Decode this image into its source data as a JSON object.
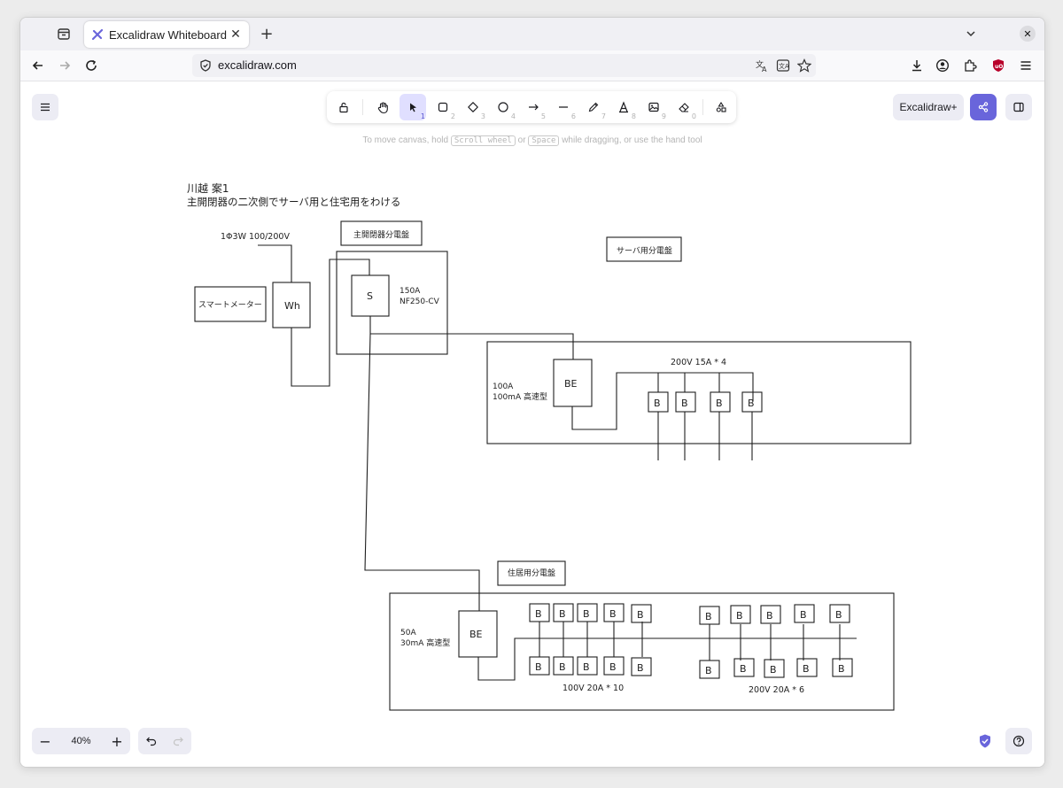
{
  "browser": {
    "tab_title": "Excalidraw Whiteboard",
    "url": "excalidraw.com"
  },
  "toolbar": {
    "tools": [
      {
        "name": "lock",
        "key": ""
      },
      {
        "name": "hand",
        "key": ""
      },
      {
        "name": "selection",
        "key": "1"
      },
      {
        "name": "rectangle",
        "key": "2"
      },
      {
        "name": "diamond",
        "key": "3"
      },
      {
        "name": "ellipse",
        "key": "4"
      },
      {
        "name": "arrow",
        "key": "5"
      },
      {
        "name": "line",
        "key": "6"
      },
      {
        "name": "draw",
        "key": "7"
      },
      {
        "name": "text",
        "key": "8"
      },
      {
        "name": "image",
        "key": "9"
      },
      {
        "name": "eraser",
        "key": "0"
      },
      {
        "name": "extra-tools",
        "key": ""
      }
    ],
    "active_tool": "selection"
  },
  "hint": {
    "prefix": "To move canvas, hold",
    "key1": "Scroll wheel",
    "or": "or",
    "key2": "Space",
    "suffix": "while dragging, or use the hand tool"
  },
  "header": {
    "excalidraw_plus": "Excalidraw+"
  },
  "footer": {
    "zoom_minus": "−",
    "zoom_level": "40%",
    "zoom_plus": "+"
  },
  "diagram": {
    "title": "川越 案1",
    "subtitle": "主開閉器の二次側でサーバ用と住宅用をわける",
    "supply": "1Φ3W 100/200V",
    "main_panel": "主開閉器分電盤",
    "server_panel": "サーバ用分電盤",
    "smart_meter": "スマートメーター",
    "wh": "Wh",
    "s": "S",
    "main_breaker_rating": "150A",
    "main_breaker_model": "NF250-CV",
    "server_elb_rating": "100A",
    "server_elb_sens": "100mA 高速型",
    "be": "BE",
    "server_branch_label": "200V 15A * 4",
    "breaker": "B",
    "home_panel": "住居用分電盤",
    "home_elb_rating": "50A",
    "home_elb_sens": "30mA 高速型",
    "home_branch_100": "100V 20A * 10",
    "home_branch_200": "200V 20A * 6"
  },
  "colors": {
    "accent": "#6965db",
    "active_tool_bg": "#e0dfff",
    "stroke": "#1e1e1e"
  }
}
